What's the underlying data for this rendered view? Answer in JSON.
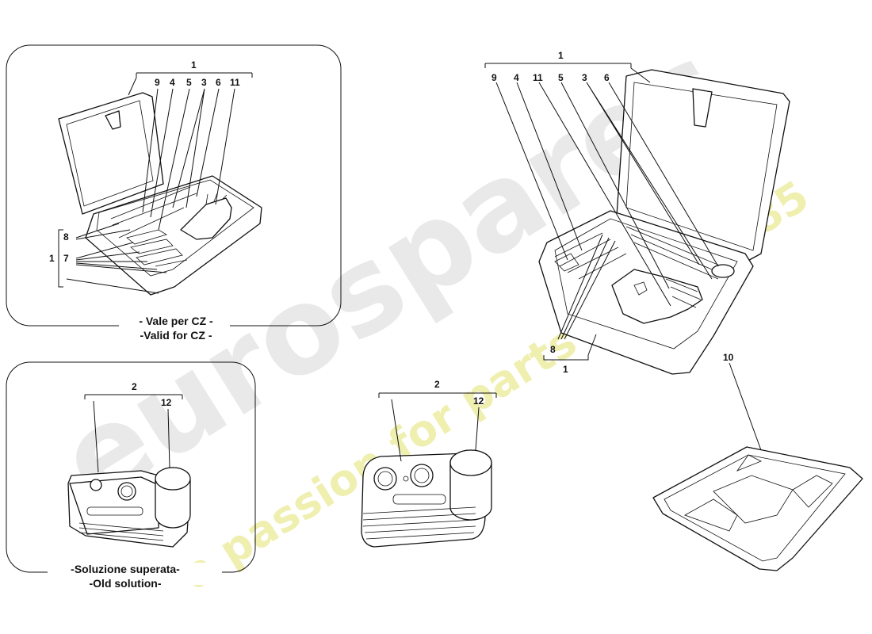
{
  "watermark": {
    "brand": "eurospares",
    "tagline": "a passion for parts since 1985",
    "brand_color": "#e9e9e9",
    "tagline_color": "#efefaf"
  },
  "panels": {
    "top_left_caption_1": "- Vale per CZ -",
    "top_left_caption_2": "-Valid for CZ -",
    "bottom_left_caption_1": "-Soluzione superata-",
    "bottom_left_caption_2": "-Old solution-"
  },
  "labels": {
    "tl": {
      "group": "1",
      "n9": "9",
      "n4": "4",
      "n5": "5",
      "n3": "3",
      "n6": "6",
      "n11": "11",
      "n8": "8",
      "n1": "1",
      "n7": "7"
    },
    "tr": {
      "group": "1",
      "n9": "9",
      "n4": "4",
      "n11": "11",
      "n5": "5",
      "n3": "3",
      "n6": "6",
      "n8": "8",
      "n1": "1"
    },
    "bl": {
      "group": "2",
      "n12": "12"
    },
    "bm": {
      "group": "2",
      "n12": "12"
    },
    "br": {
      "n10": "10"
    }
  }
}
